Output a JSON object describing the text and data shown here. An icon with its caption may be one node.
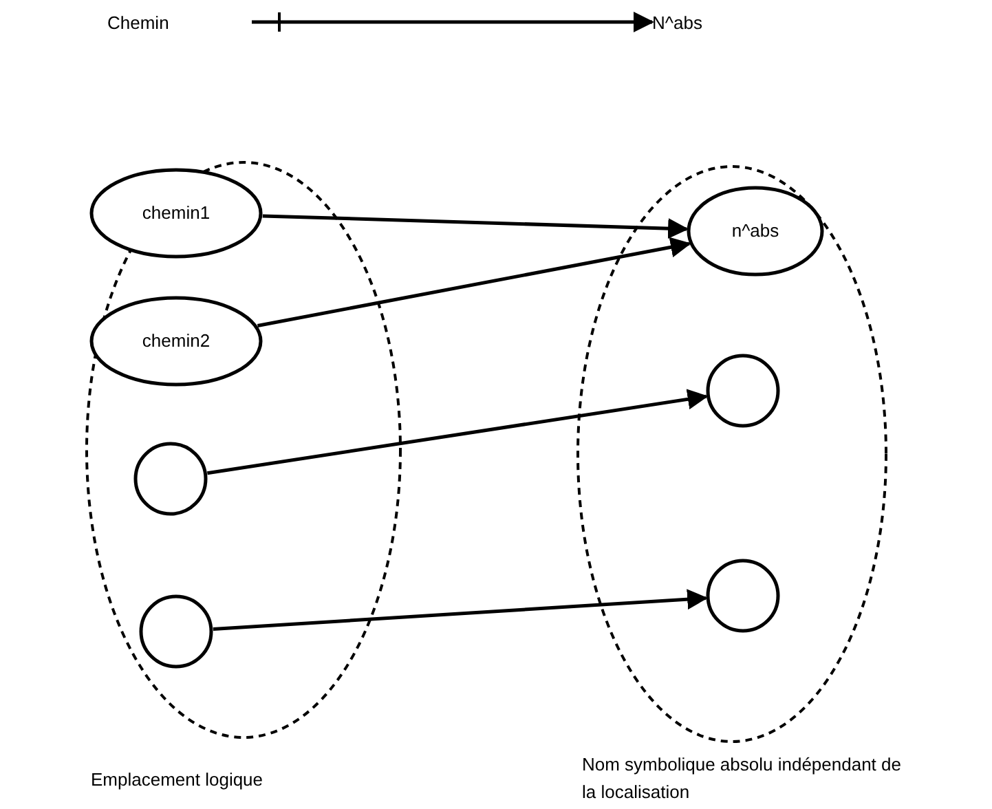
{
  "diagram": {
    "nodes": [
      {
        "text": [
          "Chemin"
        ]
      },
      {
        "text": [
          "N^abs"
        ]
      },
      {
        "text": [
          "Emplacement logique"
        ]
      },
      {
        "text": [
          "chemin1"
        ],
        "in": 2
      },
      {
        "text": [
          "chemin2"
        ],
        "in": 2
      },
      {
        "text": [],
        "shape": "circle",
        "in": 2
      },
      {
        "text": [],
        "shape": "circle",
        "in": 2
      },
      {
        "text": [
          "Nom symbolique absolu indépendant de la localisation"
        ]
      },
      {
        "text": [
          "n^abs"
        ],
        "in": 7
      },
      {
        "text": [],
        "shape": "circle",
        "in": 7
      },
      {
        "text": [],
        "shape": "circle",
        "in": 7
      }
    ],
    "edges": [
      {
        "from": 0,
        "to": 1,
        "arrow": "to"
      },
      {
        "from": 3,
        "to": 8,
        "arrow": "to"
      },
      {
        "from": 4,
        "to": 8,
        "arrow": "to"
      },
      {
        "from": 5,
        "to": 9,
        "arrow": "to"
      },
      {
        "from": 6,
        "to": 10,
        "arrow": "to"
      }
    ]
  }
}
